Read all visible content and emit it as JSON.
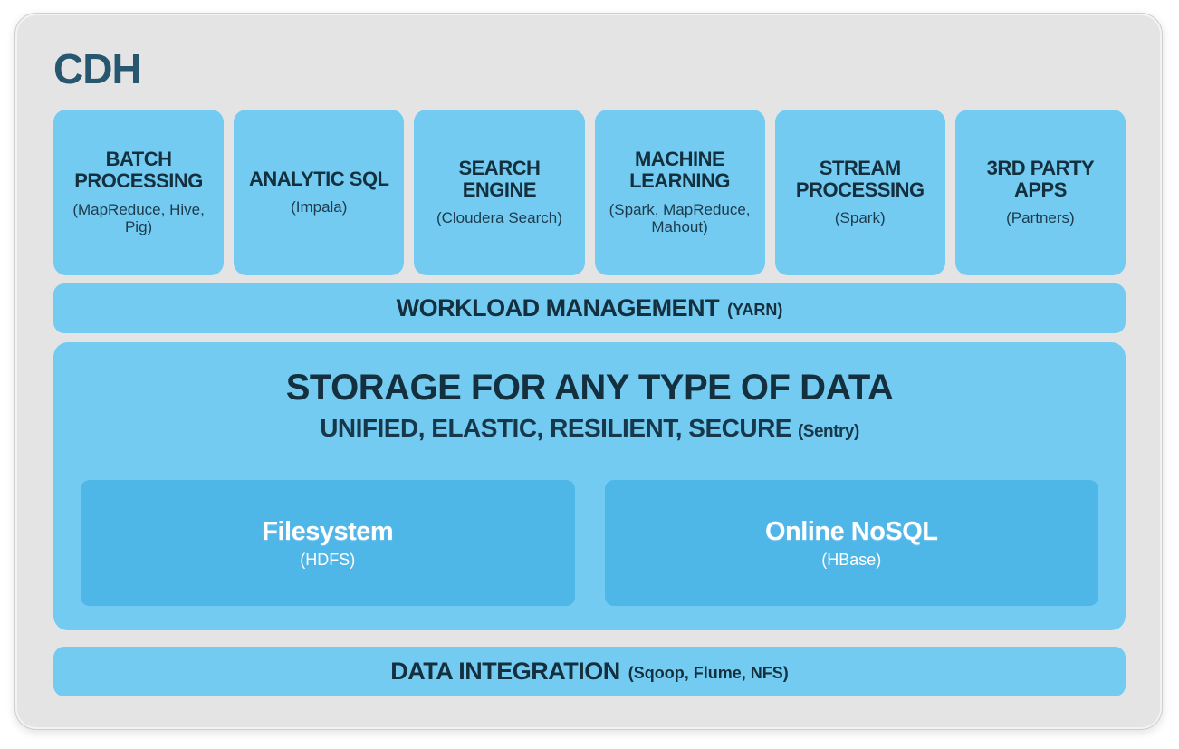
{
  "title": "CDH",
  "colors": {
    "page_bg": "#ffffff",
    "panel_bg": "#e4e4e4",
    "box_blue": "#74CBF1",
    "inner_box_blue": "#4FB6E8",
    "dark_text": "#14303E",
    "cdh_title_color": "#27566F",
    "inner_text_white": "#ffffff"
  },
  "top_row": [
    {
      "title": "BATCH PROCESSING",
      "sub": "(MapReduce, Hive, Pig)"
    },
    {
      "title": "ANALYTIC SQL",
      "sub": "(Impala)"
    },
    {
      "title": "SEARCH ENGINE",
      "sub": "(Cloudera Search)"
    },
    {
      "title": "MACHINE LEARNING",
      "sub": "(Spark, MapReduce, Mahout)"
    },
    {
      "title": "STREAM PROCESSING",
      "sub": "(Spark)"
    },
    {
      "title": "3RD PARTY APPS",
      "sub": "(Partners)"
    }
  ],
  "workload_bar": {
    "label": "WORKLOAD MANAGEMENT",
    "sub": "(YARN)"
  },
  "storage": {
    "title": "STORAGE FOR ANY TYPE OF DATA",
    "subtitle": "UNIFIED, ELASTIC, RESILIENT, SECURE",
    "subtitle_sub": "(Sentry)",
    "children": [
      {
        "title": "Filesystem",
        "sub": "(HDFS)"
      },
      {
        "title": "Online NoSQL",
        "sub": "(HBase)"
      }
    ]
  },
  "integration_bar": {
    "label": "DATA INTEGRATION",
    "sub": "(Sqoop, Flume, NFS)"
  }
}
